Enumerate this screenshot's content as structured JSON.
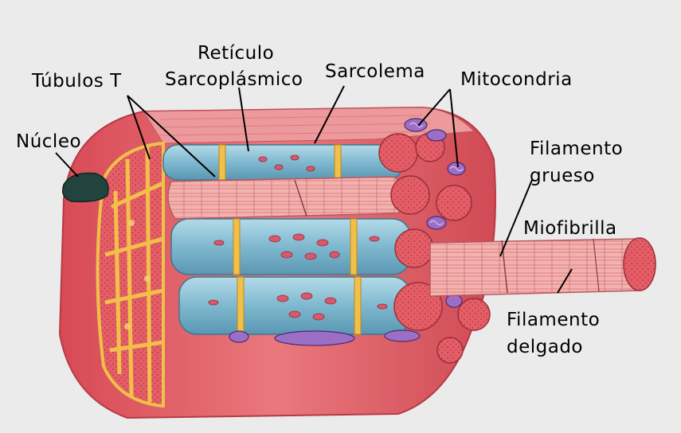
{
  "labels": {
    "reticulo_line1": "Retículo",
    "reticulo_line2": "Sarcoplásmico",
    "tubulos_t": "Túbulos T",
    "sarcolema": "Sarcolema",
    "mitocondria": "Mitocondria",
    "nucleo": "Núcleo",
    "filamento_grueso_line1": "Filamento",
    "filamento_grueso_line2": "grueso",
    "miofibrilla": "Miofibrilla",
    "filamento_delgado_line1": "Filamento",
    "filamento_delgado_line2": "delgado"
  },
  "colors": {
    "background": "#ebebeb",
    "muscle_red": "#e2575f",
    "muscle_light": "#f3a2a6",
    "reticulum_blue": "#8fc3d6",
    "tubule_yellow": "#f2c04a",
    "mitochondria_purple": "#9c6fc6",
    "nucleus": "#2a4a44"
  }
}
